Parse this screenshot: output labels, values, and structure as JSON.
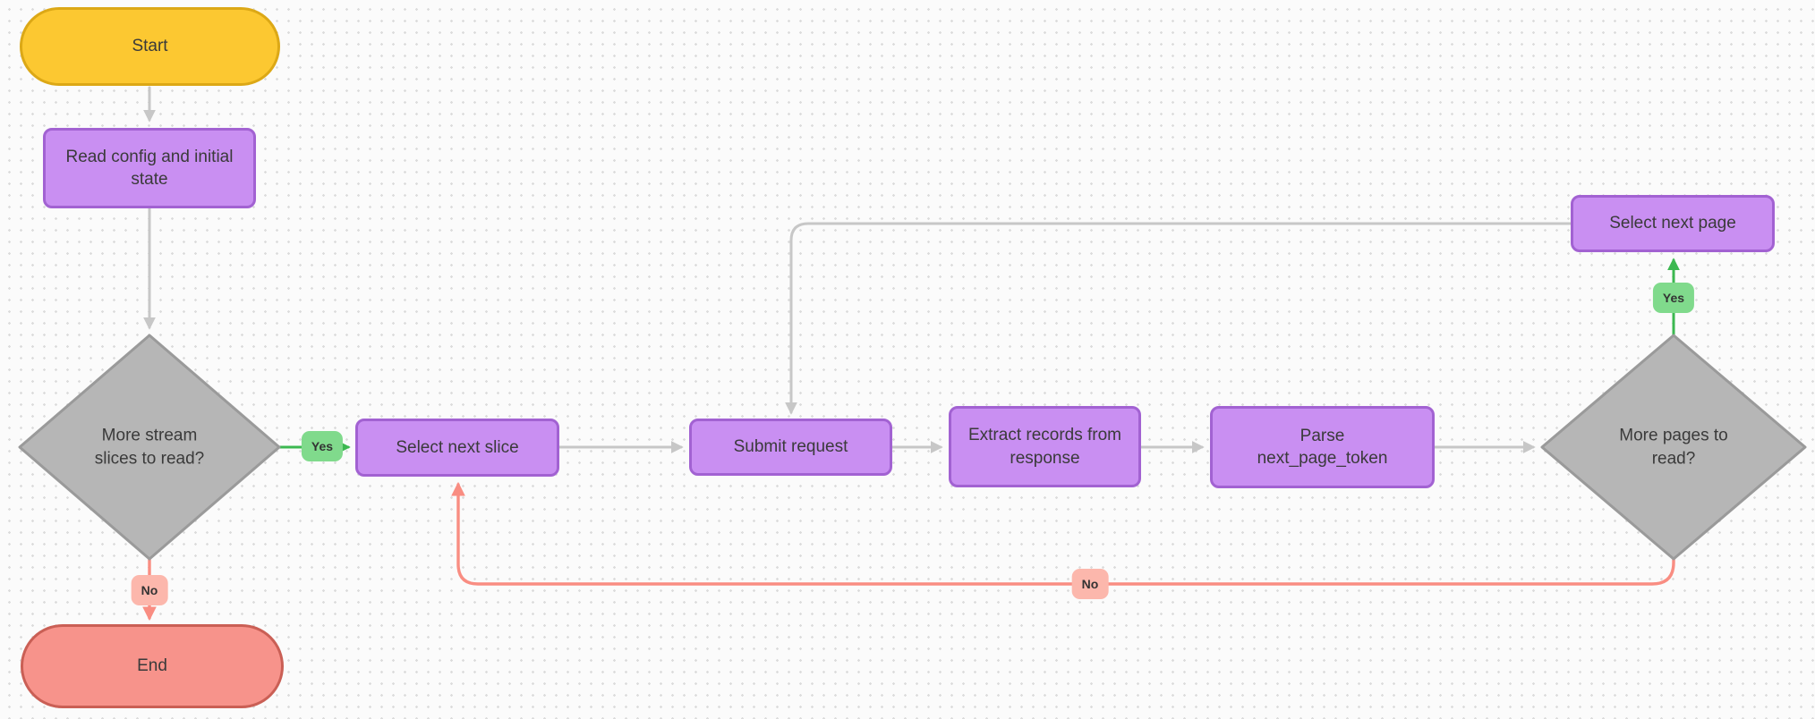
{
  "diagram": {
    "nodes": {
      "start": {
        "label": "Start",
        "type": "terminator"
      },
      "read_config": {
        "label": "Read config and initial\nstate",
        "type": "process"
      },
      "more_slices": {
        "label": "More stream\nslices to read?",
        "type": "decision"
      },
      "select_slice": {
        "label": "Select next slice",
        "type": "process"
      },
      "submit_request": {
        "label": "Submit request",
        "type": "process"
      },
      "extract_records": {
        "label": "Extract records from\nresponse",
        "type": "process"
      },
      "parse_token": {
        "label": "Parse\nnext_page_token",
        "type": "process"
      },
      "more_pages": {
        "label": "More pages to\nread?",
        "type": "decision"
      },
      "select_page": {
        "label": "Select next page",
        "type": "process"
      },
      "end": {
        "label": "End",
        "type": "terminator"
      }
    },
    "edge_labels": {
      "more_slices_yes": "Yes",
      "more_slices_no": "No",
      "more_pages_yes": "Yes",
      "more_pages_no": "No"
    }
  },
  "colors": {
    "canvas_bg": "#fbfbfb",
    "grid_dot": "#dcdcdc",
    "yellow_fill": "#fcc831",
    "yellow_stroke": "#dca816",
    "purple_fill": "#c98ff2",
    "purple_stroke": "#a262d2",
    "diamond_fill": "#b6b6b6",
    "diamond_stroke": "#9a9a9a",
    "terminator_end_fill": "#f7938b",
    "terminator_end_stroke": "#ca5f55",
    "edge_gray": "#c7c7c7",
    "edge_green": "#3cb851",
    "edge_red": "#f98d82",
    "badge_green": "#80da8c",
    "badge_red": "#fcb7ac",
    "text": "#3a3a3a"
  }
}
